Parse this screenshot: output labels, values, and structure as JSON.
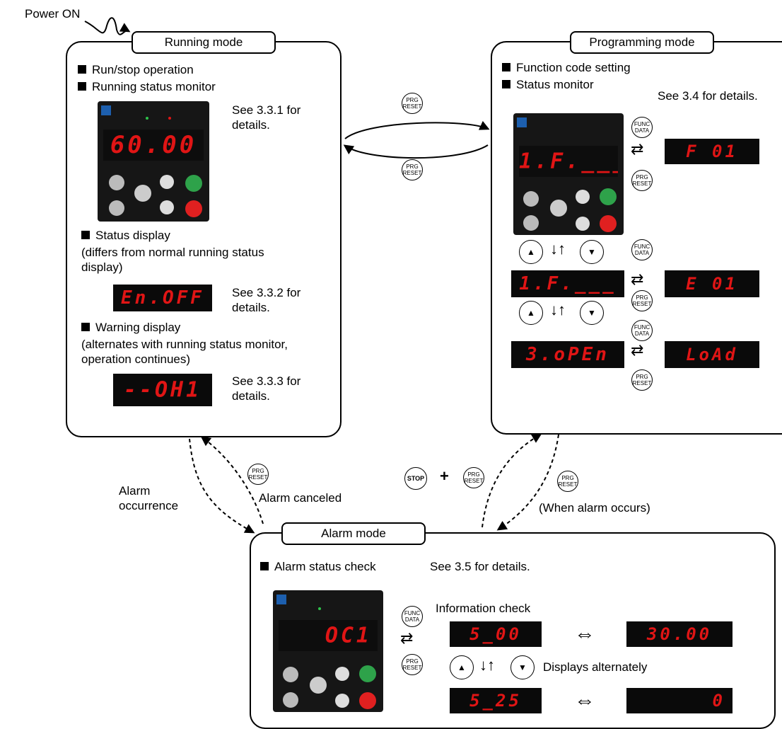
{
  "power_on": "Power ON",
  "running": {
    "label": "Running mode",
    "items": [
      "Run/stop operation",
      "Running status monitor"
    ],
    "see1": "See 3.3.1 for\ndetails.",
    "keypad_display": "60.00",
    "status_heading": "Status display",
    "status_note": "(differs from normal running status\ndisplay)",
    "status_display": "En.OFF",
    "see2": "See 3.3.2 for\ndetails.",
    "warning_heading": "Warning display",
    "warning_note": "(alternates with running status monitor,\noperation continues)",
    "warning_display": "--OH1",
    "see3": "See 3.3.3 for\ndetails."
  },
  "programming": {
    "label": "Programming mode",
    "items": [
      "Function code setting",
      "Status monitor"
    ],
    "see": "See 3.4 for details.",
    "keypad_display": "1.F.___",
    "displays": [
      {
        "left": "1.F.___",
        "right": "F 01"
      },
      {
        "left": "3.oPEn",
        "right": "LoAd"
      }
    ],
    "alt_right": "E 01"
  },
  "alarm": {
    "label": "Alarm mode",
    "item": "Alarm status check",
    "see": "See 3.5 for details.",
    "keypad_display": "OC1",
    "info_check": "Information check",
    "displays_alt": "Displays alternately",
    "displays": [
      {
        "left": "5_00",
        "right": "30.00"
      },
      {
        "left": "5_25",
        "right": "0"
      }
    ]
  },
  "keys": {
    "prg": [
      "PRG",
      "RESET"
    ],
    "func": [
      "FUNC",
      "DATA"
    ],
    "stop": "STOP",
    "plus": "+"
  },
  "transitions": {
    "alarm_occurrence": "Alarm\noccurrence",
    "alarm_canceled": "Alarm canceled",
    "when_alarm": "(When alarm occurs)"
  }
}
